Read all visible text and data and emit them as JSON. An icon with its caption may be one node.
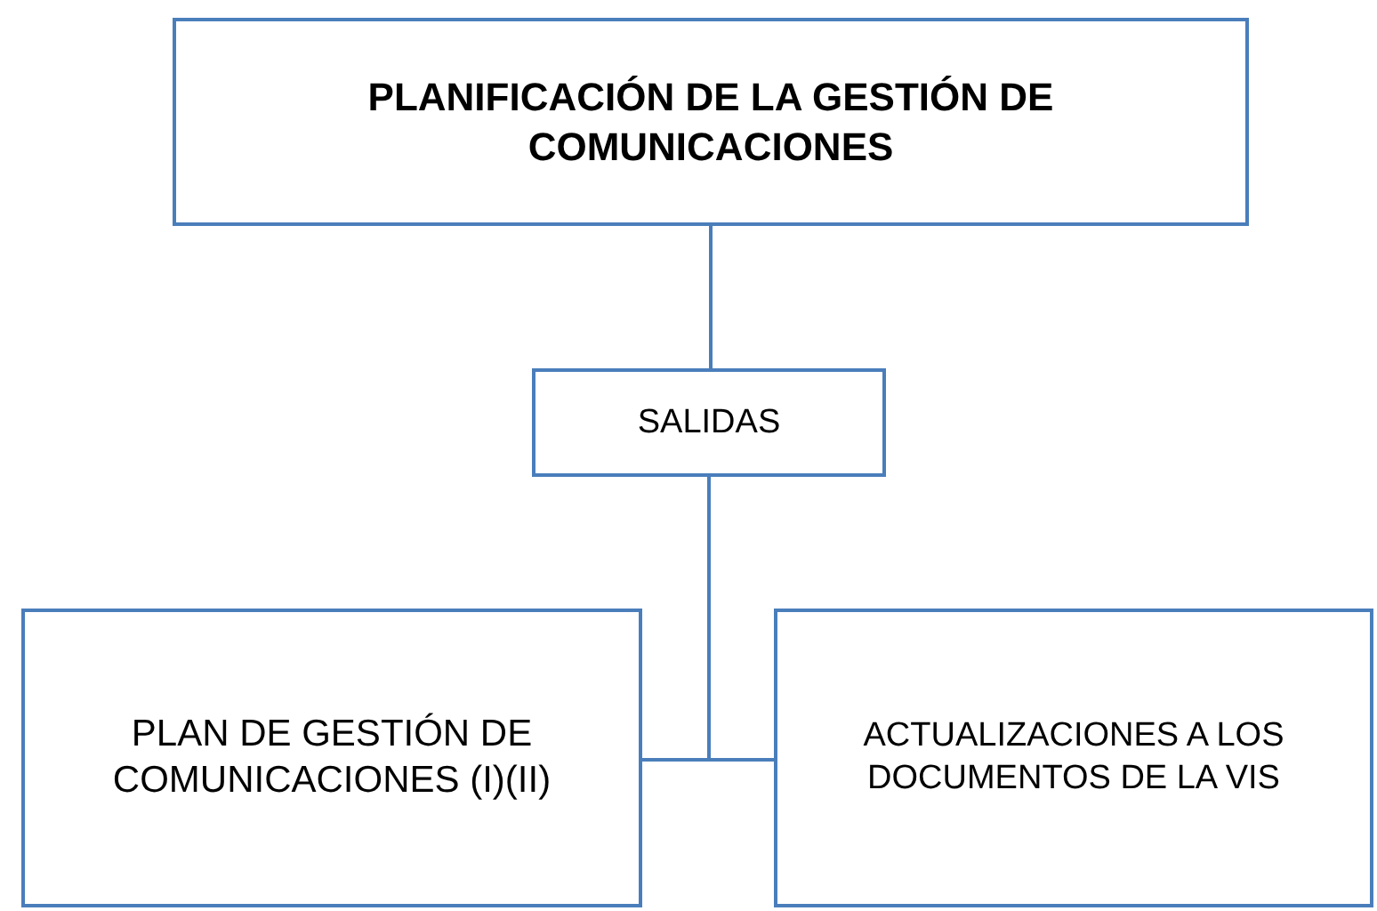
{
  "diagram": {
    "nodes": [
      {
        "text": [
          "PLANIFICACIÓN DE LA GESTIÓN DE COMUNICACIONES"
        ]
      },
      {
        "text": [
          "SALIDAS"
        ]
      },
      {
        "text": [
          "PLAN DE GESTIÓN DE COMUNICACIONES (I)(II)"
        ]
      },
      {
        "text": [
          "ACTUALIZACIONES A LOS DOCUMENTOS DE LA VIS"
        ]
      }
    ],
    "edges": [
      {
        "from": 0,
        "to": 1,
        "arrow": "none"
      },
      {
        "from": 1,
        "to": 2,
        "arrow": "none"
      },
      {
        "from": 1,
        "to": 3,
        "arrow": "none"
      }
    ]
  }
}
